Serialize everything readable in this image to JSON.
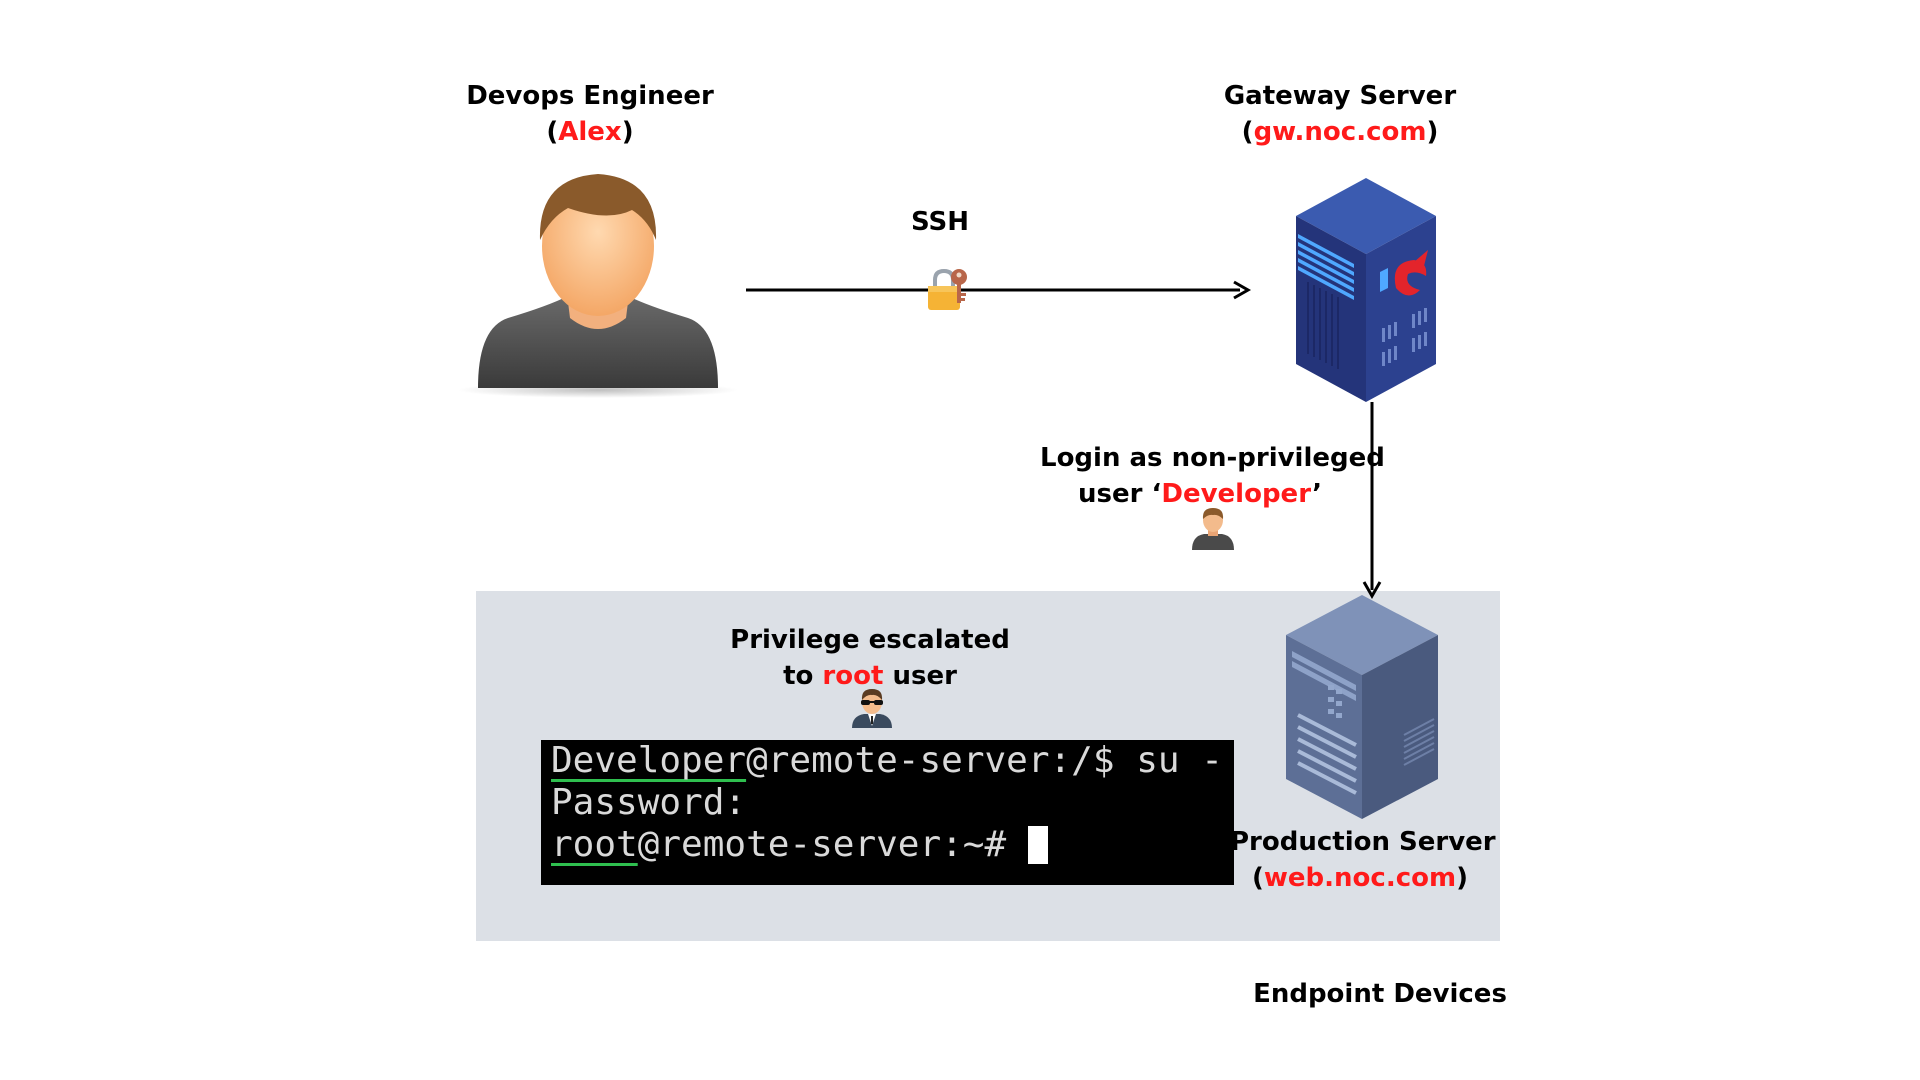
{
  "devops": {
    "name": "Devops Engineer",
    "paren_open": "(",
    "user": "Alex",
    "paren_close": ")",
    "icon": "person-avatar-icon"
  },
  "connection": {
    "label": "SSH",
    "icon": "lock-key-icon"
  },
  "gateway": {
    "name": "Gateway Server",
    "paren_open": "(",
    "host": "gw.noc.com",
    "paren_close": ")",
    "icon": "server-tower-icon"
  },
  "login": {
    "line1": "Login as non-privileged",
    "line2_prefix": "user ‘",
    "user": "Developer",
    "line2_suffix": "’",
    "icon": "user-icon"
  },
  "escalation": {
    "line1": "Privilege escalated",
    "line2_prefix": "to ",
    "user": "root",
    "line2_suffix": " user",
    "icon": "spy-agent-icon"
  },
  "terminal": {
    "line1_user": "Developer",
    "line1_rest": "@remote-server:/$ su -",
    "line2": "Password:",
    "line3_user": "root",
    "line3_rest": "@remote-server:~# "
  },
  "production": {
    "name": "Production Server",
    "paren_open": "(",
    "host": "web.noc.com",
    "paren_close": ")",
    "icon": "server-tower-icon"
  },
  "group": {
    "label": "Endpoint Devices"
  },
  "colors": {
    "highlight": "#ff1a1a",
    "panel": "#dce0e6",
    "terminal_bg": "#000000",
    "underline": "#2fbf4f"
  }
}
